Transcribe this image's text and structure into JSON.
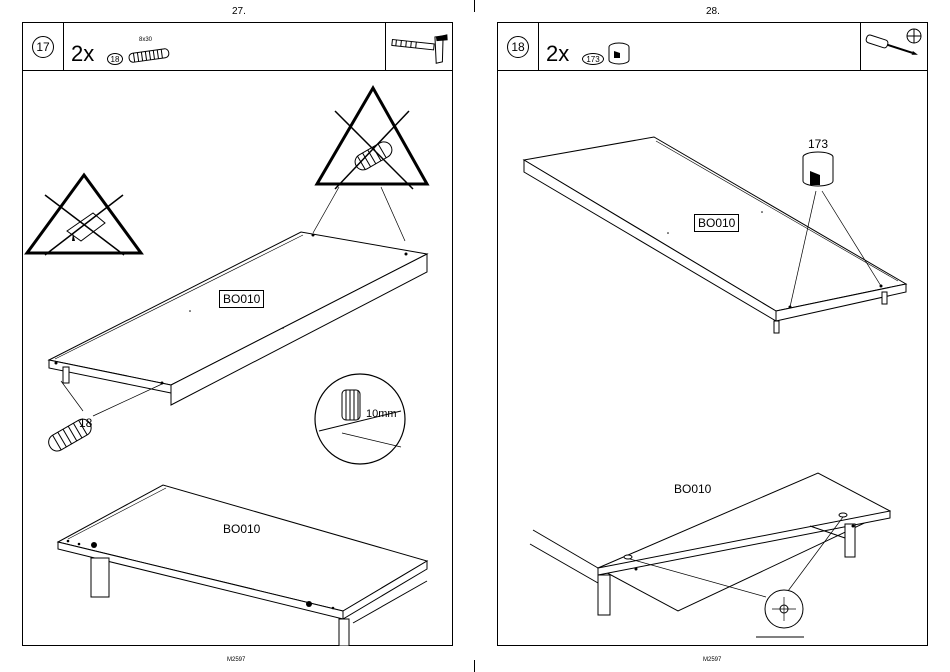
{
  "pages": [
    {
      "page_number": "27.",
      "step": "17",
      "quantity": "2x",
      "part_number": "18",
      "part_size": "8x30",
      "panel_label": "BO010",
      "callout_part": "18",
      "detail_measure": "10mm",
      "bottom_panel_label": "BO010",
      "footer": "M2597",
      "tool_icon": "hammer-icon"
    },
    {
      "page_number": "28.",
      "step": "18",
      "quantity": "2x",
      "part_number": "173",
      "panel_label": "BO010",
      "callout_part": "173",
      "bottom_panel_label": "BO010",
      "footer": "M2597",
      "tool_icons": [
        "screwdriver-icon",
        "phillips-head-icon"
      ]
    }
  ]
}
